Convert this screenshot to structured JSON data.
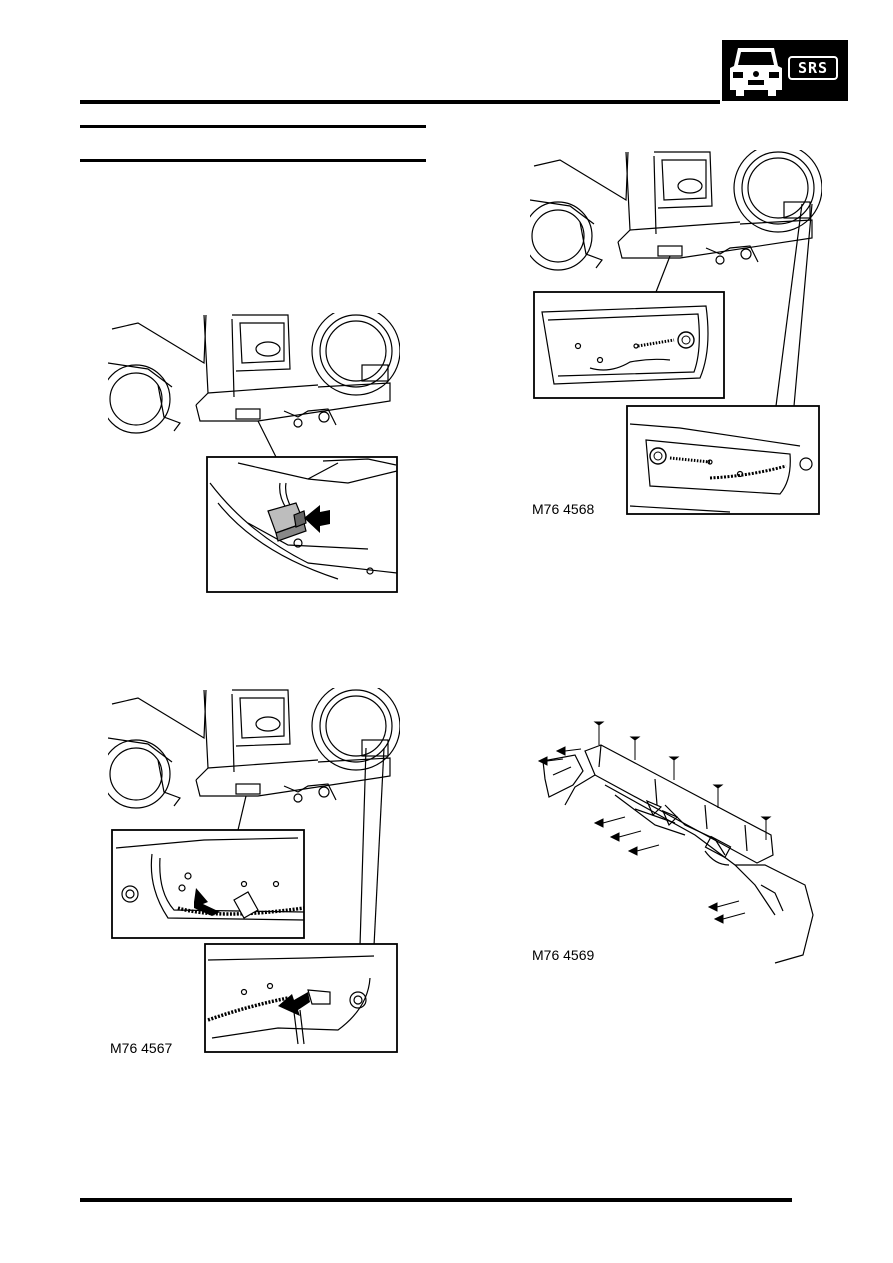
{
  "header": {
    "badge": {
      "label": "SRS",
      "icon": "car-front-icon"
    }
  },
  "figures": [
    {
      "caption": ""
    },
    {
      "caption": "M76 4567"
    },
    {
      "caption": "M76 4568"
    },
    {
      "caption": "M76 4569"
    }
  ]
}
